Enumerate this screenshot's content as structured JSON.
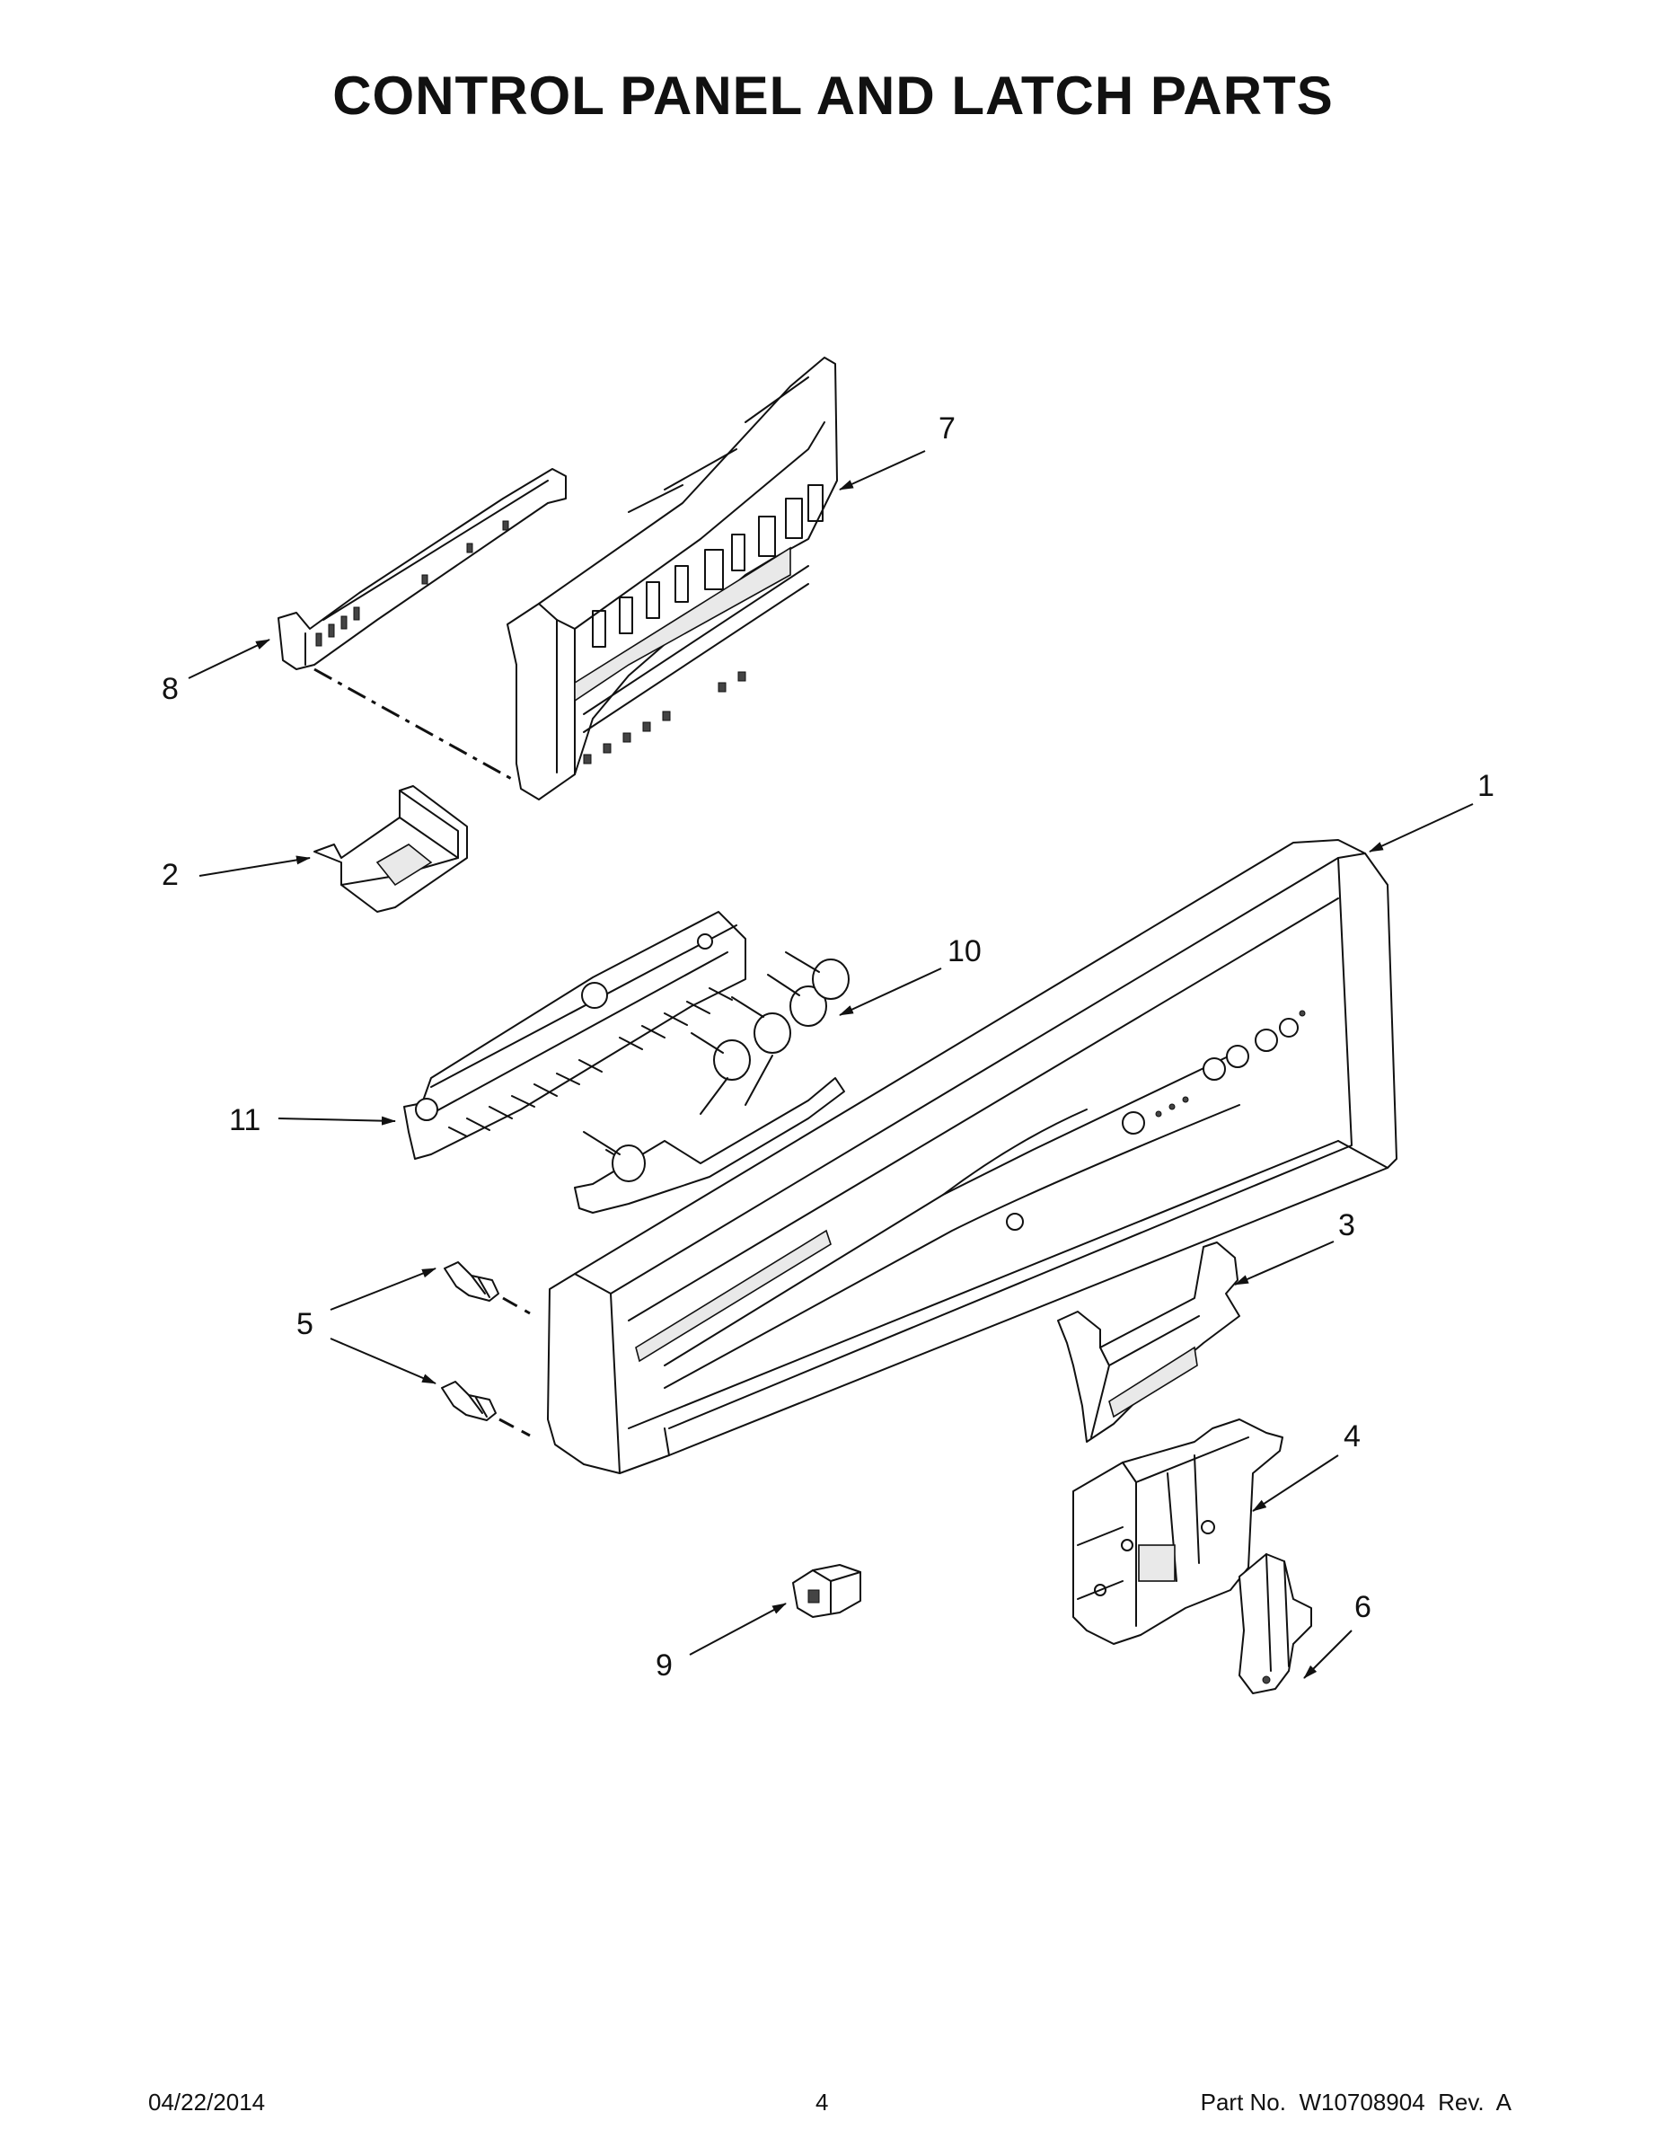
{
  "title": "CONTROL PANEL AND LATCH PARTS",
  "callouts": [
    "1",
    "2",
    "3",
    "4",
    "5",
    "6",
    "7",
    "8",
    "9",
    "10",
    "11"
  ],
  "footer": {
    "date": "04/22/2014",
    "page": "4",
    "part_number": "Part No.  W10708904  Rev.  A"
  }
}
